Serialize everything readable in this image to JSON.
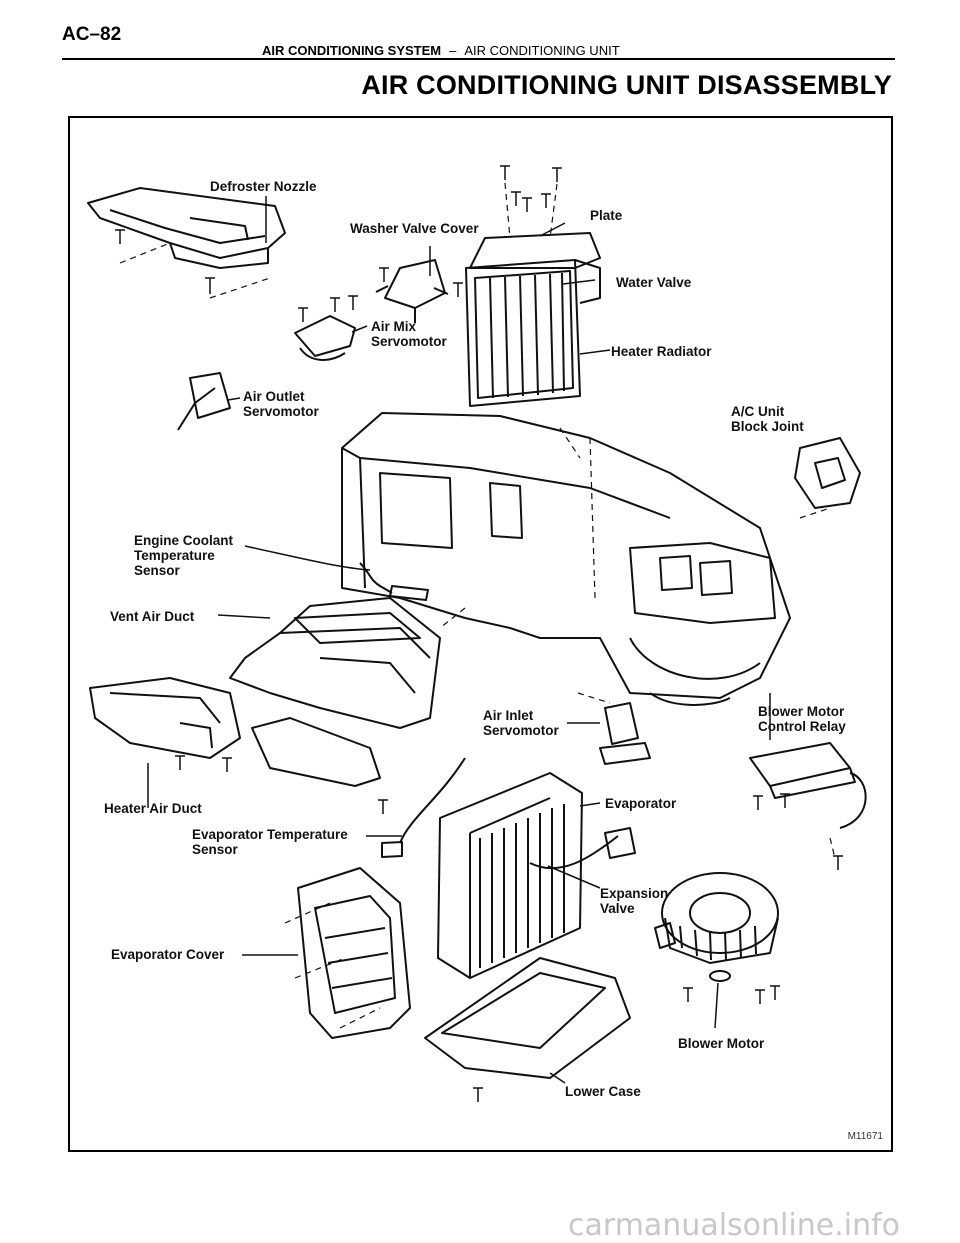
{
  "header": {
    "page_code": "AC–82",
    "section": "AIR CONDITIONING SYSTEM",
    "separator": "–",
    "subsection": "AIR CONDITIONING UNIT"
  },
  "title": "AIR CONDITIONING UNIT DISASSEMBLY",
  "figure": {
    "labels": {
      "defroster_nozzle": "Defroster Nozzle",
      "washer_valve_cover": "Washer Valve Cover",
      "plate": "Plate",
      "water_valve": "Water Valve",
      "air_mix_servomotor": "Air Mix\nServomotor",
      "heater_radiator": "Heater Radiator",
      "air_outlet_servomotor": "Air Outlet\nServomotor",
      "ac_unit_block_joint": "A/C Unit\nBlock Joint",
      "engine_coolant_temperature_sensor": "Engine Coolant\nTemperature\nSensor",
      "vent_air_duct": "Vent Air Duct",
      "air_inlet_servomotor": "Air Inlet\nServomotor",
      "blower_motor_control_relay": "Blower Motor\nControl Relay",
      "heater_air_duct": "Heater Air Duct",
      "evaporator": "Evaporator",
      "evaporator_temperature_sensor": "Evaporator Temperature\nSensor",
      "expansion_valve": "Expansion\nValve",
      "evaporator_cover": "Evaporator Cover",
      "blower_motor": "Blower Motor",
      "lower_case": "Lower Case"
    },
    "figure_code": "M11671"
  },
  "watermark": "carmanualsonline.info"
}
